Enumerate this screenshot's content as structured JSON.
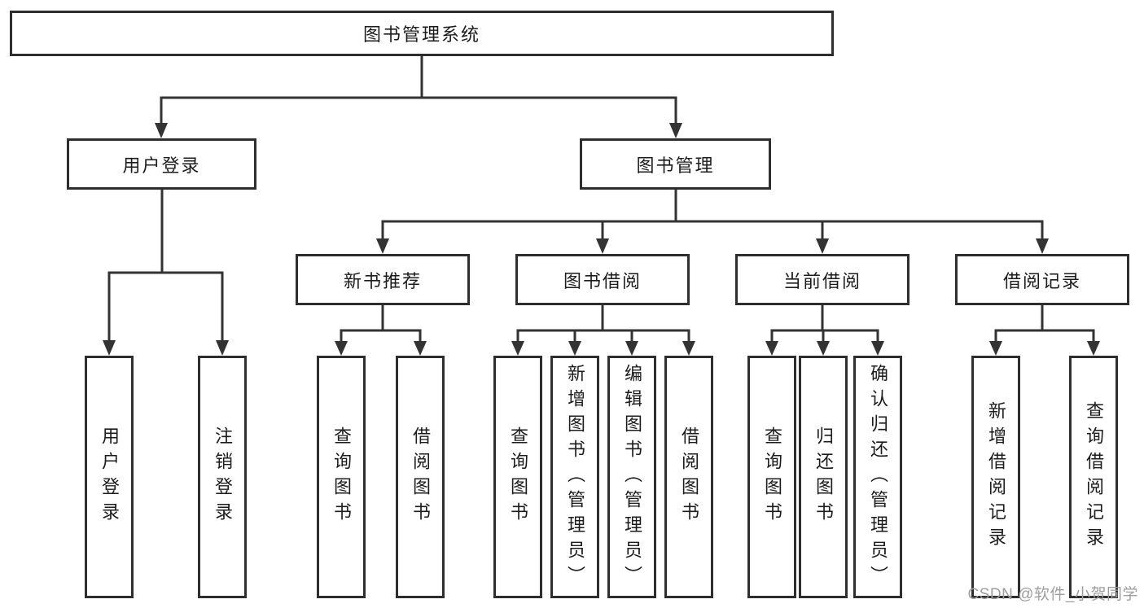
{
  "nodes": {
    "root": "图书管理系统",
    "login": "用户登录",
    "mgmt": "图书管理",
    "login_children": [
      "用户登录",
      "注销登录"
    ],
    "mgmt_children": [
      "新书推荐",
      "图书借阅",
      "当前借阅",
      "借阅记录"
    ],
    "recommend_children": [
      "查询图书",
      "借阅图书"
    ],
    "borrow_children": [
      "查询图书",
      "新增图书（管理员）",
      "编辑图书（管理员）",
      "借阅图书"
    ],
    "current_children": [
      "查询图书",
      "归还图书",
      "确认归还（管理员）"
    ],
    "record_children": [
      "新增借阅记录",
      "查询借阅记录"
    ]
  },
  "watermark": "CSDN @软件_小贺同学",
  "colors": {
    "line": "#333333",
    "box_border": "#2e2e2e",
    "text": "#1c1c1c",
    "watermark": "#9e9e9e",
    "background": "#ffffff"
  }
}
